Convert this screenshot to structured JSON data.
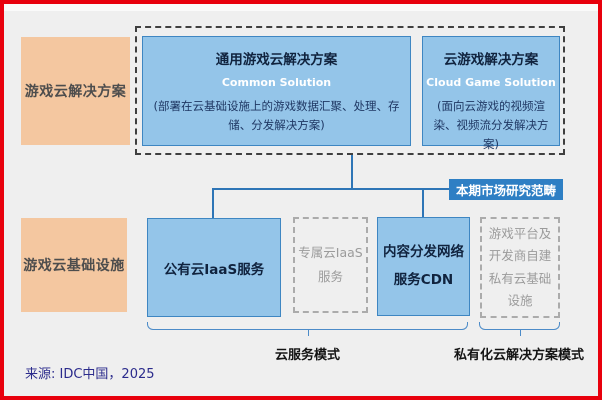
{
  "header_labels": {
    "solutions": "游戏云解决方案",
    "infrastructure": "游戏云基础设施"
  },
  "solutions": {
    "common": {
      "title": "通用游戏云解决方案",
      "subtitle": "Common Solution",
      "description": "(部署在云基础设施上的游戏数据汇聚、处理、存储、分发解决方案)"
    },
    "cloud_game": {
      "title": "云游戏解决方案",
      "subtitle": "Cloud Game Solution",
      "description": "(面向云游戏的视频渲染、视频流分发解决方案)"
    }
  },
  "scope": {
    "label": "本期市场研究范畴"
  },
  "infrastructure": {
    "public_iaas": {
      "label": "公有云IaaS服务"
    },
    "dedicated_iaas": {
      "line1": "专属云IaaS",
      "line2": "服务"
    },
    "cdn": {
      "line1": "内容分发网络",
      "line2": "服务CDN"
    },
    "private_cloud": {
      "line1": "游戏平台及",
      "line2": "开发商自建",
      "line3": "私有云基础",
      "line4": "设施"
    }
  },
  "braces": {
    "cloud_service_label": "云服务模式",
    "private_solution_label": "私有化云解决方案模式"
  },
  "footer": {
    "source": "来源: IDC中国，2025"
  },
  "colors": {
    "frame": "#e8000d",
    "background": "#efefef",
    "box_blue": "#94c5e9",
    "box_blue_border": "#3e86c2",
    "accent_blue": "#2e7fc4",
    "connector_blue": "#2e75b6",
    "orange": "#f4c7a0",
    "navy_text": "#1f3864",
    "gray_text": "#9b9b9b",
    "source_text": "#2b2b8c"
  }
}
